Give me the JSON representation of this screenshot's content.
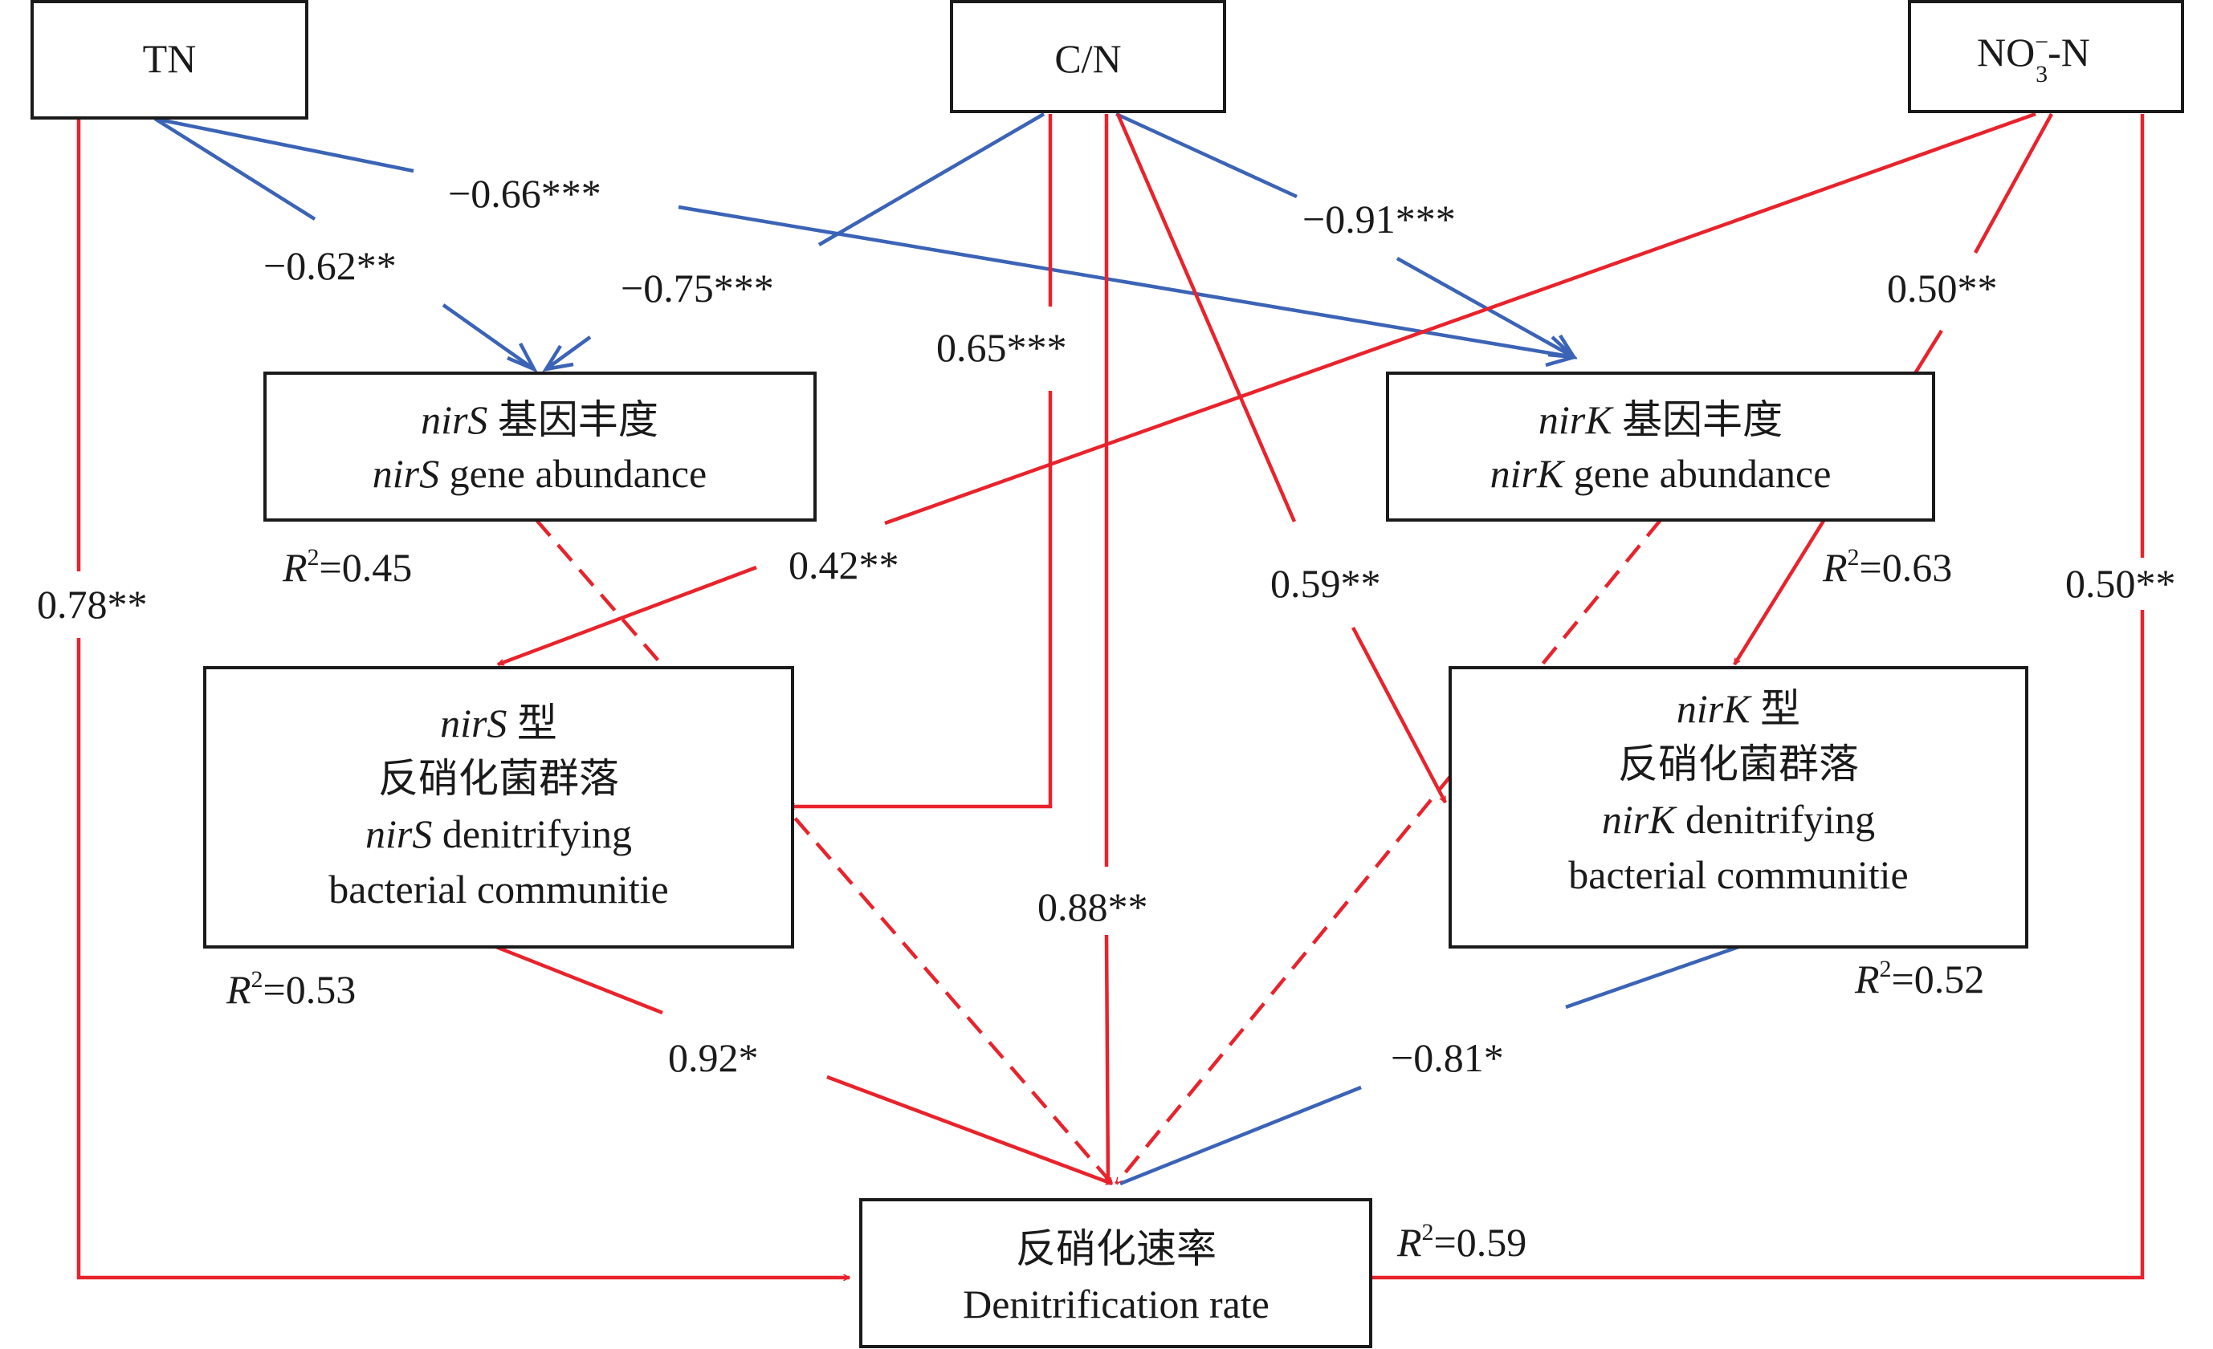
{
  "boxes": {
    "tn": "TN",
    "cn": "C/N",
    "no3": {
      "pre": "NO",
      "sup": "−",
      "sub": "3",
      "post": "-N"
    },
    "nirs_abund": {
      "gene": "nirS",
      "cn": " 基因丰度",
      "en": " gene abundance"
    },
    "nirk_abund": {
      "gene": "nirK",
      "cn": " 基因丰度",
      "en": " gene abundance"
    },
    "nirs_comm": {
      "gene": "nirS",
      "cn1": " 型",
      "cn2": "反硝化菌群落",
      "en1": " denitrifying",
      "en2": "bacterial communitie"
    },
    "nirk_comm": {
      "gene": "nirK",
      "cn1": " 型",
      "cn2": "反硝化菌群落",
      "en1": " denitrifying",
      "en2": "bacterial communitie"
    },
    "rate": {
      "cn": "反硝化速率",
      "en": "Denitrification rate"
    }
  },
  "r2": {
    "letter": "R",
    "exp": "2",
    "nirs_abund": "=0.45",
    "nirk_abund": "=0.63",
    "nirs_comm": "=0.53",
    "nirk_comm": "=0.52",
    "rate": "=0.59"
  },
  "coefficients": {
    "tn_nirk": "−0.66***",
    "tn_nirs": "−0.62**",
    "cn_nirs": "−0.75***",
    "cn_nirk": "−0.91***",
    "cn_nirs_comm": "0.65***",
    "no3_nirk_comm": "0.50**",
    "no3_nirs_comm": "0.42**",
    "cn_nirk_comm": "0.59**",
    "tn_rate": "0.78**",
    "no3_rate": "0.50**",
    "cn_rate": "0.88**",
    "nirs_comm_rate": "0.92*",
    "nirk_comm_rate": "−0.81*"
  },
  "colors": {
    "positive": "#e8232c",
    "negative": "#3b63b6",
    "text": "#1a1a1a"
  }
}
